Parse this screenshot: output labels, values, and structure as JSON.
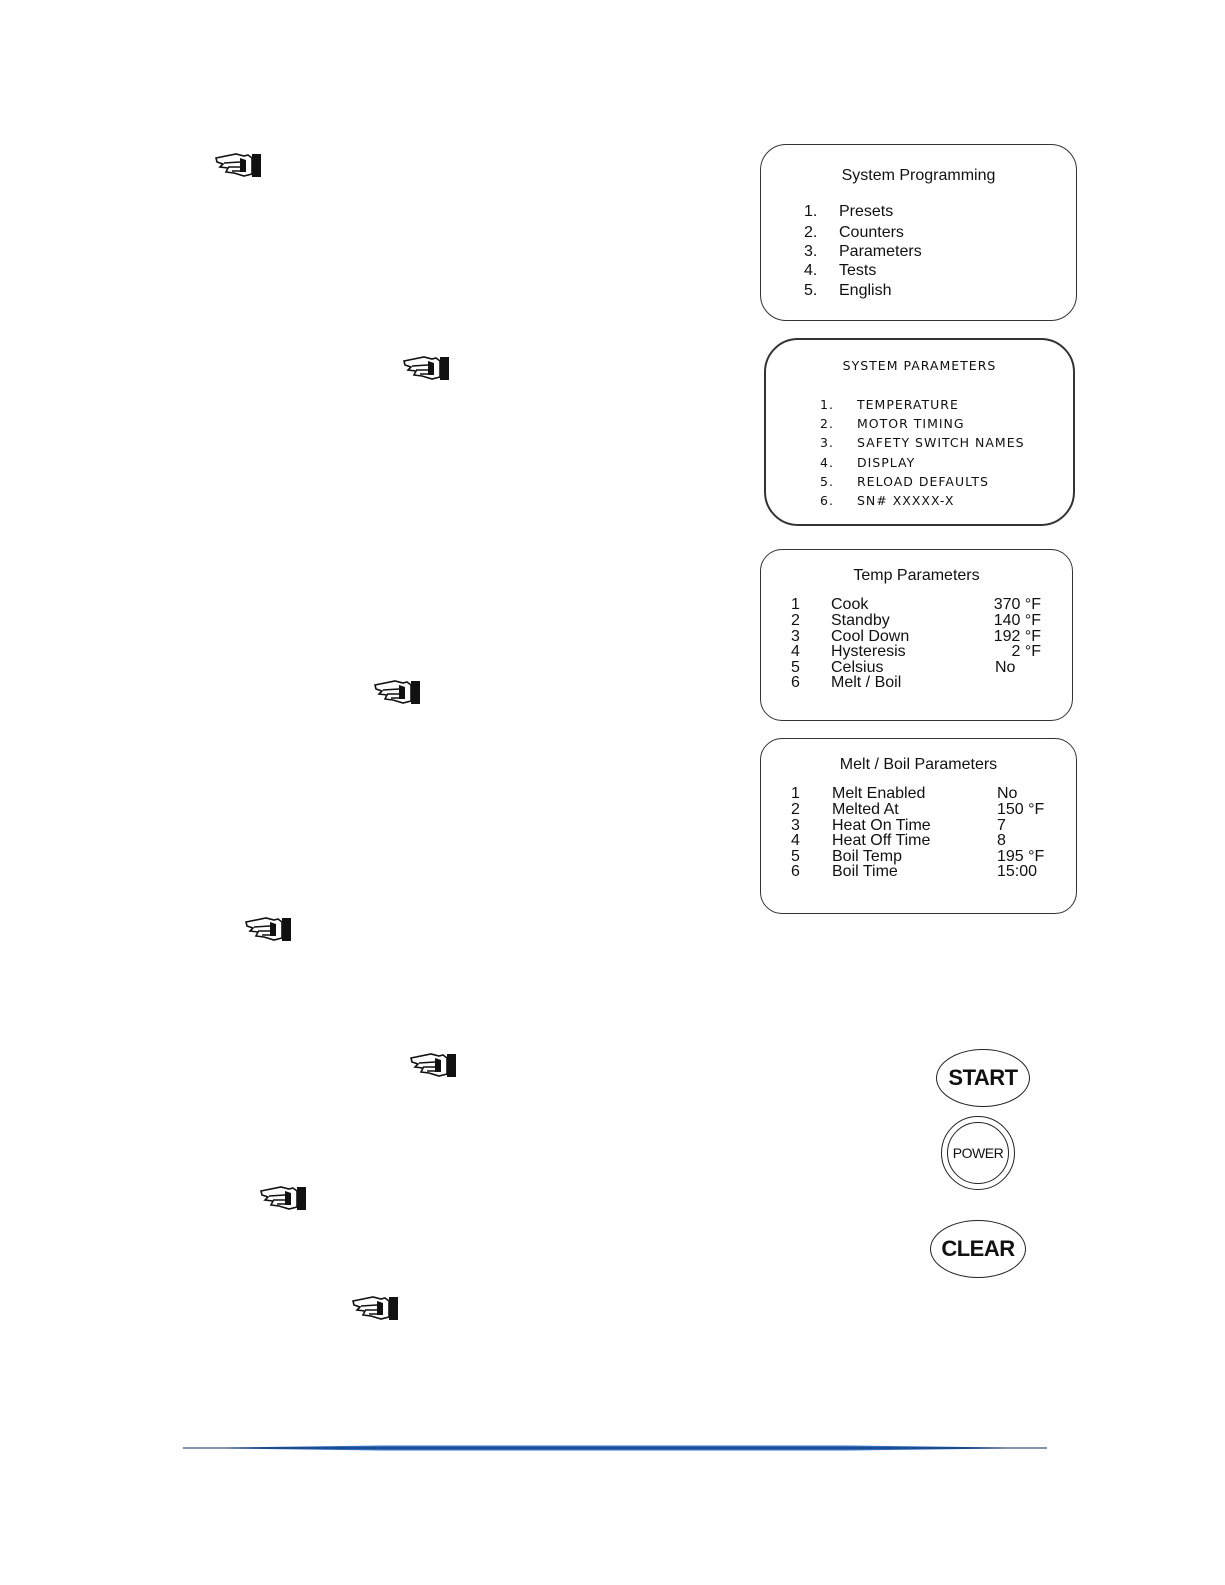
{
  "screens": {
    "system_programming": {
      "title": "System Programming",
      "items": [
        {
          "num": "1.",
          "label": "Presets"
        },
        {
          "num": "2.",
          "label": "Counters"
        },
        {
          "num": "3.",
          "label": "Parameters"
        },
        {
          "num": "4.",
          "label": "Tests"
        },
        {
          "num": "5.",
          "label": "English"
        }
      ]
    },
    "system_parameters": {
      "title": "SYSTEM PARAMETERS",
      "items": [
        {
          "num": "1.",
          "label": "TEMPERATURE"
        },
        {
          "num": "2.",
          "label": "MOTOR TIMING"
        },
        {
          "num": "3.",
          "label": "SAFETY SWITCH NAMES"
        },
        {
          "num": "4.",
          "label": "DISPLAY"
        },
        {
          "num": "5.",
          "label": "RELOAD DEFAULTS"
        },
        {
          "num": "6.",
          "label": "SN#  XXXXX-X"
        }
      ]
    },
    "temp_parameters": {
      "title": "Temp Parameters",
      "items": [
        {
          "num": "1",
          "label": "Cook",
          "value": "370 °F"
        },
        {
          "num": "2",
          "label": "Standby",
          "value": "140 °F"
        },
        {
          "num": "3",
          "label": "Cool Down",
          "value": "192 °F"
        },
        {
          "num": "4",
          "label": "Hysteresis",
          "value": "2 °F"
        },
        {
          "num": "5",
          "label": "Celsius",
          "value": "No"
        },
        {
          "num": "6",
          "label": "Melt / Boil",
          "value": ""
        }
      ]
    },
    "melt_boil_parameters": {
      "title": "Melt / Boil Parameters",
      "items": [
        {
          "num": "1",
          "label": "Melt Enabled",
          "value": "No"
        },
        {
          "num": "2",
          "label": "Melted At",
          "value": "150 °F"
        },
        {
          "num": "3",
          "label": "Heat On Time",
          "value": "7"
        },
        {
          "num": "4",
          "label": "Heat Off Time",
          "value": "8"
        },
        {
          "num": "5",
          "label": "Boil Temp",
          "value": "195 °F"
        },
        {
          "num": "6",
          "label": "Boil Time",
          "value": "15:00"
        }
      ]
    }
  },
  "keys": {
    "start": "START",
    "power": "POWER",
    "clear": "CLEAR"
  },
  "icons": {
    "pointer": "pointing-hand-icon"
  },
  "colors": {
    "footer_rule": "#2f6fc4"
  }
}
